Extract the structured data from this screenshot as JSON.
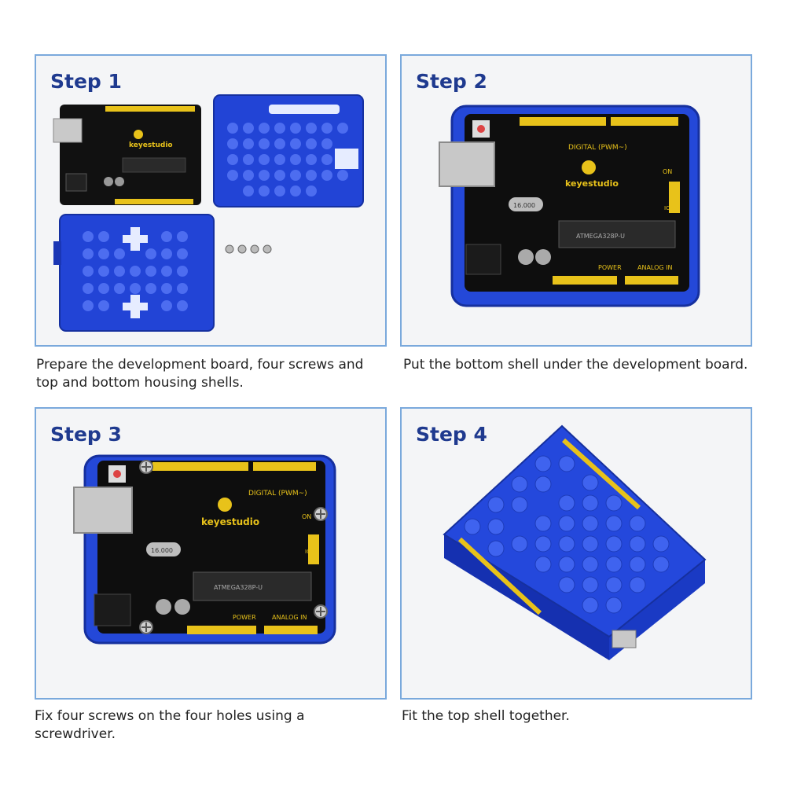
{
  "steps": [
    {
      "title": "Step 1",
      "caption": "Prepare the development board, four screws and top and bottom housing shells."
    },
    {
      "title": "Step 2",
      "caption": "Put the bottom shell under the development board."
    },
    {
      "title": "Step 3",
      "caption": "Fix four screws on the four holes using a screwdriver."
    },
    {
      "title": "Step 4",
      "caption": "Fit the top shell together."
    }
  ],
  "board": {
    "brand": "keyestudio",
    "digital_label": "DIGITAL (PWM~)",
    "power_label": "POWER",
    "analog_label": "ANALOG IN",
    "chip_label": "ATMEGA328P-U",
    "crystal_label": "16.000",
    "on_label": "ON",
    "icsp_label": "ICSP"
  },
  "colors": {
    "panel_border": "#7aa9dc",
    "title": "#1f3a8f",
    "shell_blue": "#1f3fd0",
    "board_black": "#111111",
    "header_yellow": "#e8c21a"
  }
}
